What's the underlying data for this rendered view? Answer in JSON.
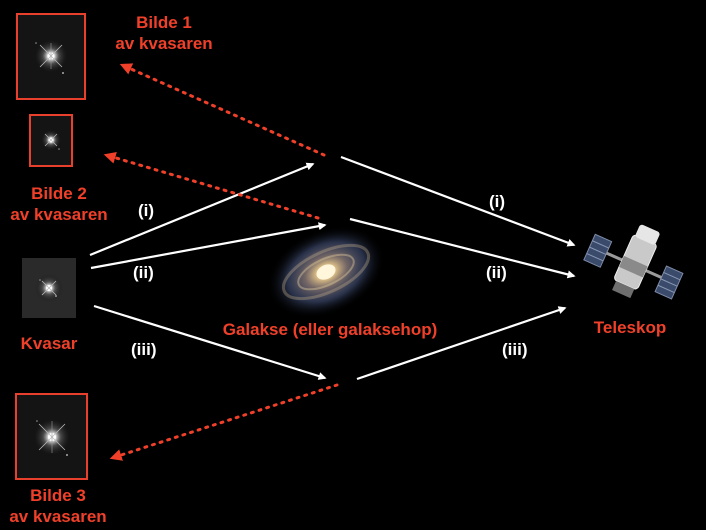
{
  "images": [
    {
      "line1": "Bilde 1",
      "line2": "av kvasaren"
    },
    {
      "line1": "Bilde 2",
      "line2": "av kvasaren"
    },
    {
      "line1": "Bilde 3",
      "line2": "av kvasaren"
    }
  ],
  "source_label": "Kvasar",
  "lens_label": "Galakse (eller galaksehop)",
  "observer_label": "Teleskop",
  "paths": {
    "i": "(i)",
    "ii": "(ii)",
    "iii": "(iii)"
  },
  "colors": {
    "background": "#000000",
    "accent": "#f0402a",
    "rays": "#ffffff"
  }
}
